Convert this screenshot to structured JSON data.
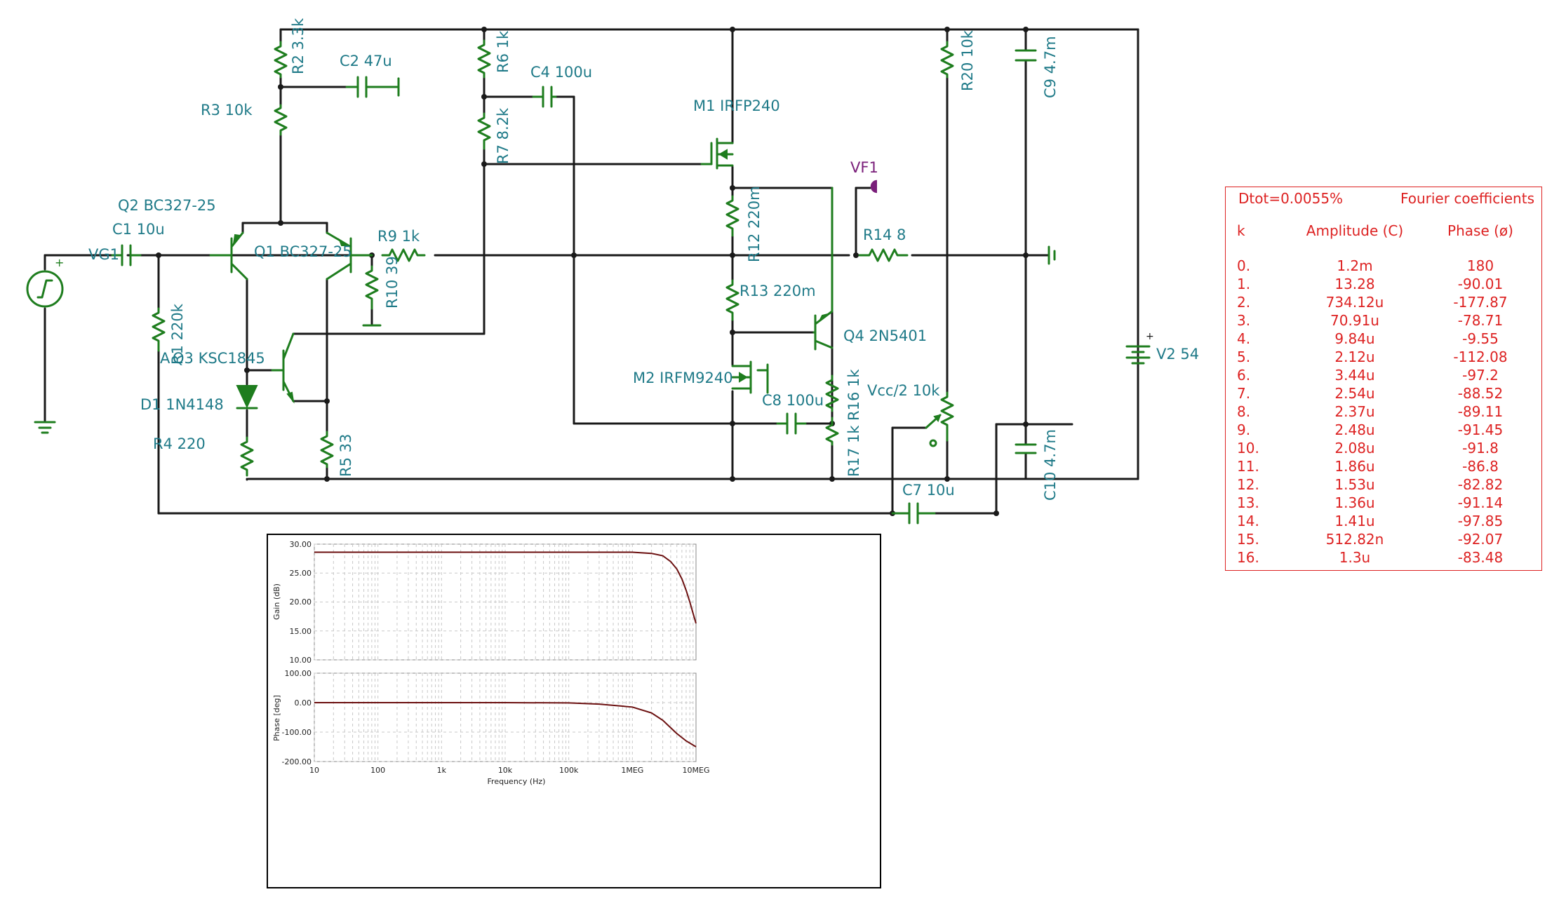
{
  "components": {
    "r2": "R2 3.3k",
    "c2": "C2 47u",
    "r3": "R3 10k",
    "r6": "R6 1k",
    "c4": "C4 100u",
    "r7": "R7 8.2k",
    "m1": "M1 IRFP240",
    "q2": "Q2 BC327-25",
    "c1": "C1 10u",
    "q1": "Q1 BC327-25",
    "r9": "R9 1k",
    "r10": "R10 39",
    "vg1": "VG1",
    "r1": "R1 220k",
    "a": "A",
    "q3": "Q3 KSC1845",
    "d1": "D1 1N4148",
    "r4": "R4 220",
    "r5": "R5 33",
    "r12": "R12 220m",
    "vf1": "VF1",
    "r14": "R14 8",
    "r13": "R13 220m",
    "q4": "Q4 2N5401",
    "m2": "M2 IRFM9240",
    "c8": "C8 100u",
    "r16": "R16 1k",
    "vcc2": "Vcc/2 10k",
    "r17": "R17 1k",
    "c7": "C7 10u",
    "r20": "R20 10k",
    "c9": "C9 4.7m",
    "c10": "C10 4.7m",
    "v2": "V2 54"
  },
  "chart_data": [
    {
      "type": "line",
      "ylabel": "Gain (dB)",
      "xscale": "log",
      "xlim": [
        10,
        10000000
      ],
      "ylim": [
        10,
        30
      ],
      "grid": true,
      "x_ticks": [
        "10",
        "100",
        "1k",
        "10k",
        "100k",
        "1MEG",
        "10MEG"
      ],
      "y_ticks": [
        "30.00",
        "25.00",
        "20.00",
        "15.00",
        "10.00"
      ],
      "series": [
        {
          "x": [
            10,
            100,
            1000,
            10000,
            100000,
            1000000,
            2000000,
            3000000,
            4000000,
            5000000,
            6000000,
            7000000,
            8000000,
            9000000,
            10000000
          ],
          "y": [
            28.6,
            28.6,
            28.6,
            28.6,
            28.6,
            28.6,
            28.4,
            28.0,
            27.0,
            25.7,
            24.0,
            22.0,
            20.0,
            18.0,
            16.3
          ]
        }
      ]
    },
    {
      "type": "line",
      "ylabel": "Phase [deg]",
      "xlabel": "Frequency (Hz)",
      "xscale": "log",
      "xlim": [
        10,
        10000000
      ],
      "ylim": [
        -200,
        100
      ],
      "grid": true,
      "x_ticks": [
        "10",
        "100",
        "1k",
        "10k",
        "100k",
        "1MEG",
        "10MEG"
      ],
      "y_ticks": [
        "100.00",
        "0.00",
        "-100.00",
        "-200.00"
      ],
      "series": [
        {
          "x": [
            10,
            100,
            1000,
            10000,
            100000,
            300000,
            1000000,
            2000000,
            3000000,
            5000000,
            7000000,
            10000000
          ],
          "y": [
            0,
            0,
            0,
            0,
            -1,
            -5,
            -15,
            -35,
            -60,
            -105,
            -130,
            -150
          ]
        }
      ]
    }
  ],
  "fourier": {
    "dtot": "Dtot=0.0055%",
    "title": "Fourier coefficients",
    "col_k": "k",
    "col_amp": "Amplitude (C)",
    "col_phase": "Phase (ø)",
    "rows": [
      {
        "k": "0.",
        "amp": "1.2m",
        "phase": "180"
      },
      {
        "k": "1.",
        "amp": "13.28",
        "phase": "-90.01"
      },
      {
        "k": "2.",
        "amp": "734.12u",
        "phase": "-177.87"
      },
      {
        "k": "3.",
        "amp": "70.91u",
        "phase": "-78.71"
      },
      {
        "k": "4.",
        "amp": "9.84u",
        "phase": "-9.55"
      },
      {
        "k": "5.",
        "amp": "2.12u",
        "phase": "-112.08"
      },
      {
        "k": "6.",
        "amp": "3.44u",
        "phase": "-97.2"
      },
      {
        "k": "7.",
        "amp": "2.54u",
        "phase": "-88.52"
      },
      {
        "k": "8.",
        "amp": "2.37u",
        "phase": "-89.11"
      },
      {
        "k": "9.",
        "amp": "2.48u",
        "phase": "-91.45"
      },
      {
        "k": "10.",
        "amp": "2.08u",
        "phase": "-91.8"
      },
      {
        "k": "11.",
        "amp": "1.86u",
        "phase": "-86.8"
      },
      {
        "k": "12.",
        "amp": "1.53u",
        "phase": "-82.82"
      },
      {
        "k": "13.",
        "amp": "1.36u",
        "phase": "-91.14"
      },
      {
        "k": "14.",
        "amp": "1.41u",
        "phase": "-97.85"
      },
      {
        "k": "15.",
        "amp": "512.82n",
        "phase": "-92.07"
      },
      {
        "k": "16.",
        "amp": "1.3u",
        "phase": "-83.48"
      }
    ]
  }
}
